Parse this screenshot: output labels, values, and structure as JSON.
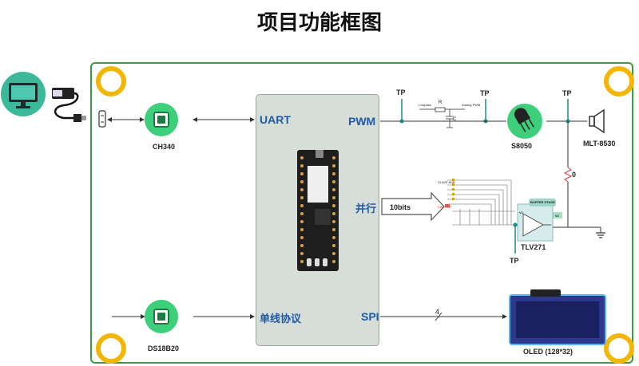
{
  "title": "项目功能框图",
  "interfaces": {
    "uart": "UART",
    "pwm": "PWM",
    "parallel": "并行",
    "onewire": "单线协议",
    "spi": "SPI"
  },
  "components": {
    "ch340": "CH340",
    "ds18b20": "DS18B20",
    "s8050": "S8050",
    "buzzer": "MLT-8530",
    "opamp": "TLV271",
    "oled": "OLED (128*32)"
  },
  "annotations": {
    "tp": "TP",
    "bus_width": "10bits",
    "spi_width": "4",
    "resistor_value": "0",
    "rc_r": "R",
    "rc_c": "C",
    "rc_in": "Lowpass",
    "rc_out": "Analog PWM",
    "dac_top": "SLAVE ADR",
    "dac_bottom": "DAC OUT",
    "buffer_stage": "BUFFER STAGE",
    "v1": "V1",
    "v2": "V2"
  },
  "colors": {
    "board_border": "#3f9a45",
    "mount_ring": "#f2b705",
    "label_blue": "#1e5aa8",
    "chip_green": "#3ecf7a",
    "tp_teal": "#1a8a80"
  }
}
